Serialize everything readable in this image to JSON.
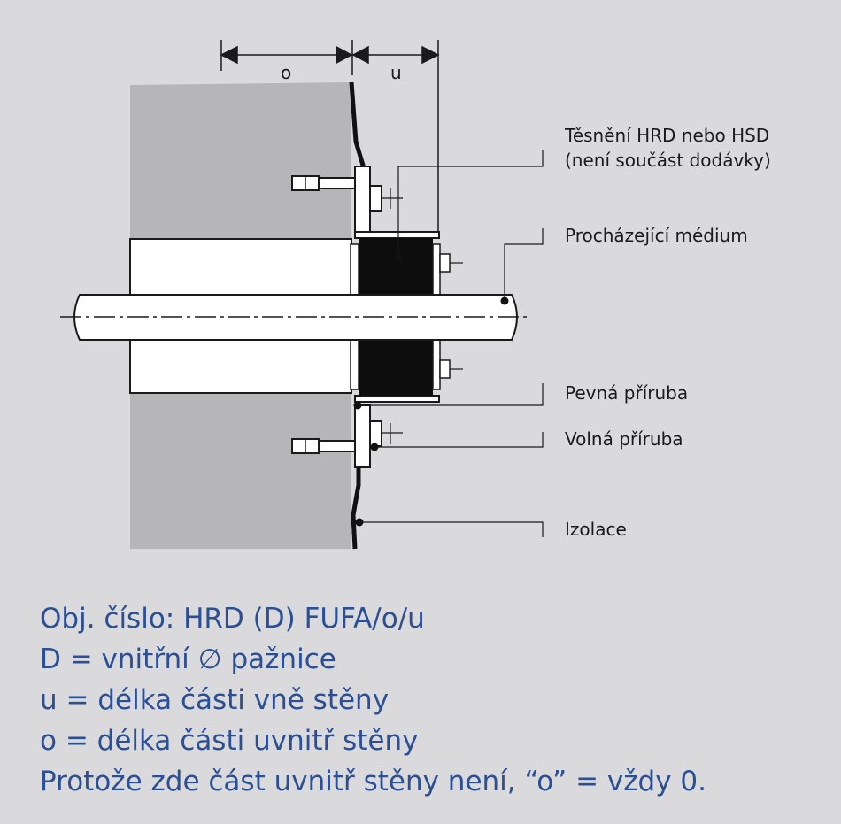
{
  "colors": {
    "background": "#dadadc",
    "wall": "#b6b6b8",
    "text_blue": "#2b4f95",
    "line": "#1a1a1a"
  },
  "dimensions": {
    "o": "o",
    "u": "u"
  },
  "labels": {
    "seal_line1": "Těsnění HRD nebo HSD",
    "seal_line2": "(není součást dodávky)",
    "medium": "Procházející médium",
    "fixed_flange": "Pevná příruba",
    "loose_flange": "Volná příruba",
    "insulation": "Izolace"
  },
  "notes": [
    "Obj. číslo: HRD (D) FUFA/o/u",
    "D = vnitřní ∅ pažnice",
    "u = délka části vně stěny",
    "o = délka části uvnitř stěny",
    "Protože zde část uvnitř stěny není, “o” = vždy 0."
  ]
}
